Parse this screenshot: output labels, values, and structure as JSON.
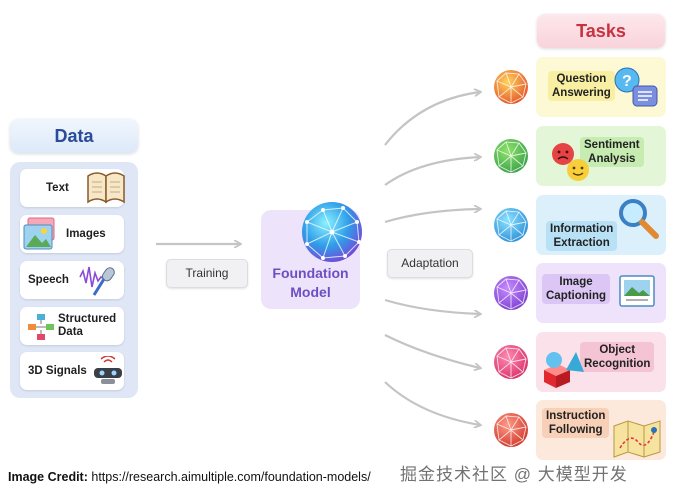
{
  "data_section": {
    "title": "Data",
    "items": [
      {
        "label": "Text",
        "icon": "book-icon"
      },
      {
        "label": "Images",
        "icon": "images-icon"
      },
      {
        "label": "Speech",
        "icon": "microphone-icon"
      },
      {
        "label": "Structured Data",
        "line1": "Structured",
        "line2": "Data",
        "icon": "flowchart-icon"
      },
      {
        "label": "3D Signals",
        "icon": "sensor-icon"
      }
    ]
  },
  "center": {
    "training_label": "Training",
    "model_line1": "Foundation",
    "model_line2": "Model",
    "adaptation_label": "Adaptation"
  },
  "tasks_section": {
    "title": "Tasks",
    "items": [
      {
        "line1": "Question",
        "line2": "Answering",
        "bg": "#fdf9d4",
        "tag": "#f8efa2",
        "icon": "question-bubble-icon"
      },
      {
        "line1": "Sentiment",
        "line2": "Analysis",
        "bg": "#e3f6d8",
        "tag": "#c6ecb2",
        "icon": "emoji-faces-icon"
      },
      {
        "line1": "Information",
        "line2": "Extraction",
        "bg": "#dcf0fb",
        "tag": "#b8e1f6",
        "icon": "magnifier-icon"
      },
      {
        "line1": "Image",
        "line2": "Captioning",
        "bg": "#efe3fb",
        "tag": "#dcc6f5",
        "icon": "picture-frame-icon"
      },
      {
        "line1": "Object",
        "line2": "Recognition",
        "bg": "#fbe1ea",
        "tag": "#f5c4d4",
        "icon": "shapes-icon"
      },
      {
        "line1": "Instruction",
        "line2": "Following",
        "bg": "#fde8dc",
        "tag": "#f8cfb7",
        "icon": "map-icon"
      }
    ]
  },
  "credit": {
    "label": "Image Credit:",
    "url": "https://research.aimultiple.com/foundation-models/"
  },
  "watermark": "掘金技术社区 @ 大模型开发",
  "colors": {
    "data_accent": "#2a4a9a",
    "tasks_accent": "#c9333f",
    "model_accent": "#6d4fc4",
    "arrow": "#c4c4c4"
  }
}
